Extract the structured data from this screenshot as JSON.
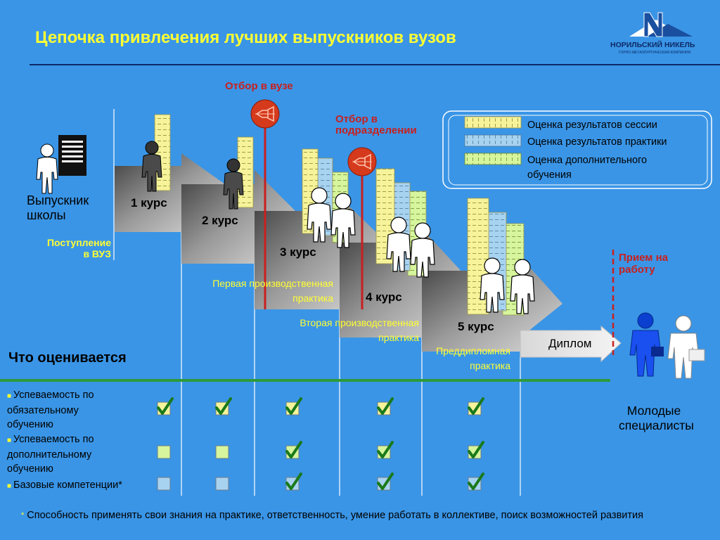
{
  "title": "Цепочка привлечения лучших выпускников вузов",
  "logo": {
    "name": "НОРИЛЬСКИЙ НИКЕЛЬ",
    "subtitle": "ГОРНО-МЕТАЛЛУРГИЧЕСКАЯ КОМПАНИЯ"
  },
  "labels": {
    "selection_university": "Отбор в вузе",
    "selection_division": [
      "Отбор в",
      "подразделении"
    ],
    "school_graduate": [
      "Выпускник",
      "школы"
    ],
    "admission": [
      "Поступление",
      "в ВУЗ"
    ],
    "hiring": [
      "Прием на",
      "работу"
    ],
    "young_specialists": [
      "Молодые",
      "специалисты"
    ],
    "diploma": "Диплом",
    "what_assessed": "Что оценивается"
  },
  "courses": [
    "1 курс",
    "2 курс",
    "3 курс",
    "4 курс",
    "5 курс"
  ],
  "practices": [
    [
      "Первая производственная",
      "практика"
    ],
    [
      "Вторая производственная",
      "практика"
    ],
    [
      "Преддипломная",
      "практика"
    ]
  ],
  "legend": [
    {
      "label": "Оценка результатов сессии",
      "color": "#f6f39a"
    },
    {
      "label": "Оценка результатов практики",
      "color": "#a8d3f0"
    },
    {
      "label": "Оценка дополнительного обучения",
      "color": "#d6f59c"
    }
  ],
  "criteria": [
    {
      "label": "Успеваемость по обязательному обучению",
      "color": "#f6f39a",
      "checks": [
        true,
        true,
        true,
        true,
        true
      ]
    },
    {
      "label": "Успеваемость по дополнительному обучению",
      "color": "#d6f59c",
      "checks": [
        false,
        false,
        true,
        true,
        true
      ]
    },
    {
      "label": "Базовые компетенции*",
      "color": "#a8d3f0",
      "checks": [
        false,
        false,
        true,
        true,
        true
      ]
    }
  ],
  "footnote": {
    "marker": "*",
    "text": "Способность применять свои знания на практике, ответственность, умение работать в коллективе, поиск возможностей развития"
  },
  "colors": {
    "background": "#3a95e6",
    "title": "#ffff33",
    "accent_red": "#c8201f",
    "check": "#1a7a1a",
    "divider": "#2e9a3a"
  }
}
